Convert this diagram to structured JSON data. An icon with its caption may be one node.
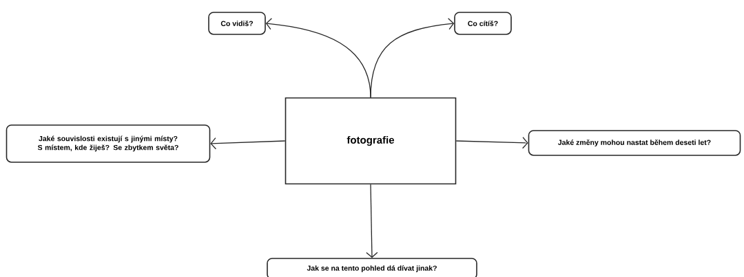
{
  "diagram": {
    "nodes": [
      {
        "text": [
          "fotografie"
        ]
      },
      {
        "text": [
          "Co vidiš?"
        ]
      },
      {
        "text": [
          "Co cítíš?"
        ]
      },
      {
        "text": [
          "Jaké souvislosti existují s jinými místy? S místem, kde žiješ? Se zbytkem světa?"
        ]
      },
      {
        "text": [
          "Jaké změny mohou nastat během deseti let?"
        ]
      },
      {
        "text": [
          "Jak se na tento pohled dá dívat jinak?"
        ]
      }
    ],
    "edges": [
      {
        "from": 0,
        "to": 1,
        "arrow": "to"
      },
      {
        "from": 0,
        "to": 2,
        "arrow": "to"
      },
      {
        "from": 0,
        "to": 3,
        "arrow": "to"
      },
      {
        "from": 0,
        "to": 4,
        "arrow": "to"
      },
      {
        "from": 0,
        "to": 5,
        "arrow": "to"
      }
    ]
  }
}
